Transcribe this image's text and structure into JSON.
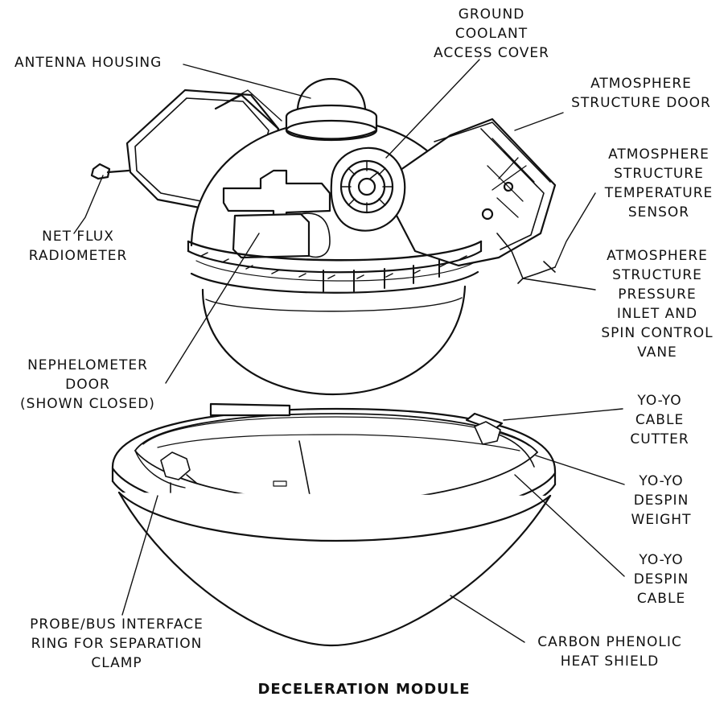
{
  "labels": {
    "ground_coolant_access_cover": [
      "GROUND",
      "COOLANT",
      "ACCESS COVER"
    ],
    "antenna_housing": [
      "ANTENNA HOUSING"
    ],
    "atmosphere_structure_door": [
      "ATMOSPHERE",
      "STRUCTURE DOOR"
    ],
    "atmosphere_structure_temperature_sensor": [
      "ATMOSPHERE",
      "STRUCTURE",
      "TEMPERATURE",
      "SENSOR"
    ],
    "net_flux_radiometer": [
      "NET FLUX",
      "RADIOMETER"
    ],
    "atmosphere_structure_pressure_inlet": [
      "ATMOSPHERE",
      "STRUCTURE",
      "PRESSURE",
      "INLET AND",
      "SPIN CONTROL",
      "VANE"
    ],
    "nephelometer_door": [
      "NEPHELOMETER",
      "DOOR",
      "(SHOWN CLOSED)"
    ],
    "yoyo_cable_cutter": [
      "YO-YO",
      "CABLE",
      "CUTTER"
    ],
    "yoyo_despin_weight": [
      "YO-YO",
      "DESPIN",
      "WEIGHT"
    ],
    "yoyo_despin_cable": [
      "YO-YO",
      "DESPIN",
      "CABLE"
    ],
    "probe_bus_interface_ring": [
      "PROBE/BUS INTERFACE",
      "RING FOR SEPARATION",
      "CLAMP"
    ],
    "carbon_phenolic_heat_shield": [
      "CARBON PHENOLIC",
      "HEAT SHIELD"
    ]
  },
  "caption": "DECELERATION MODULE"
}
